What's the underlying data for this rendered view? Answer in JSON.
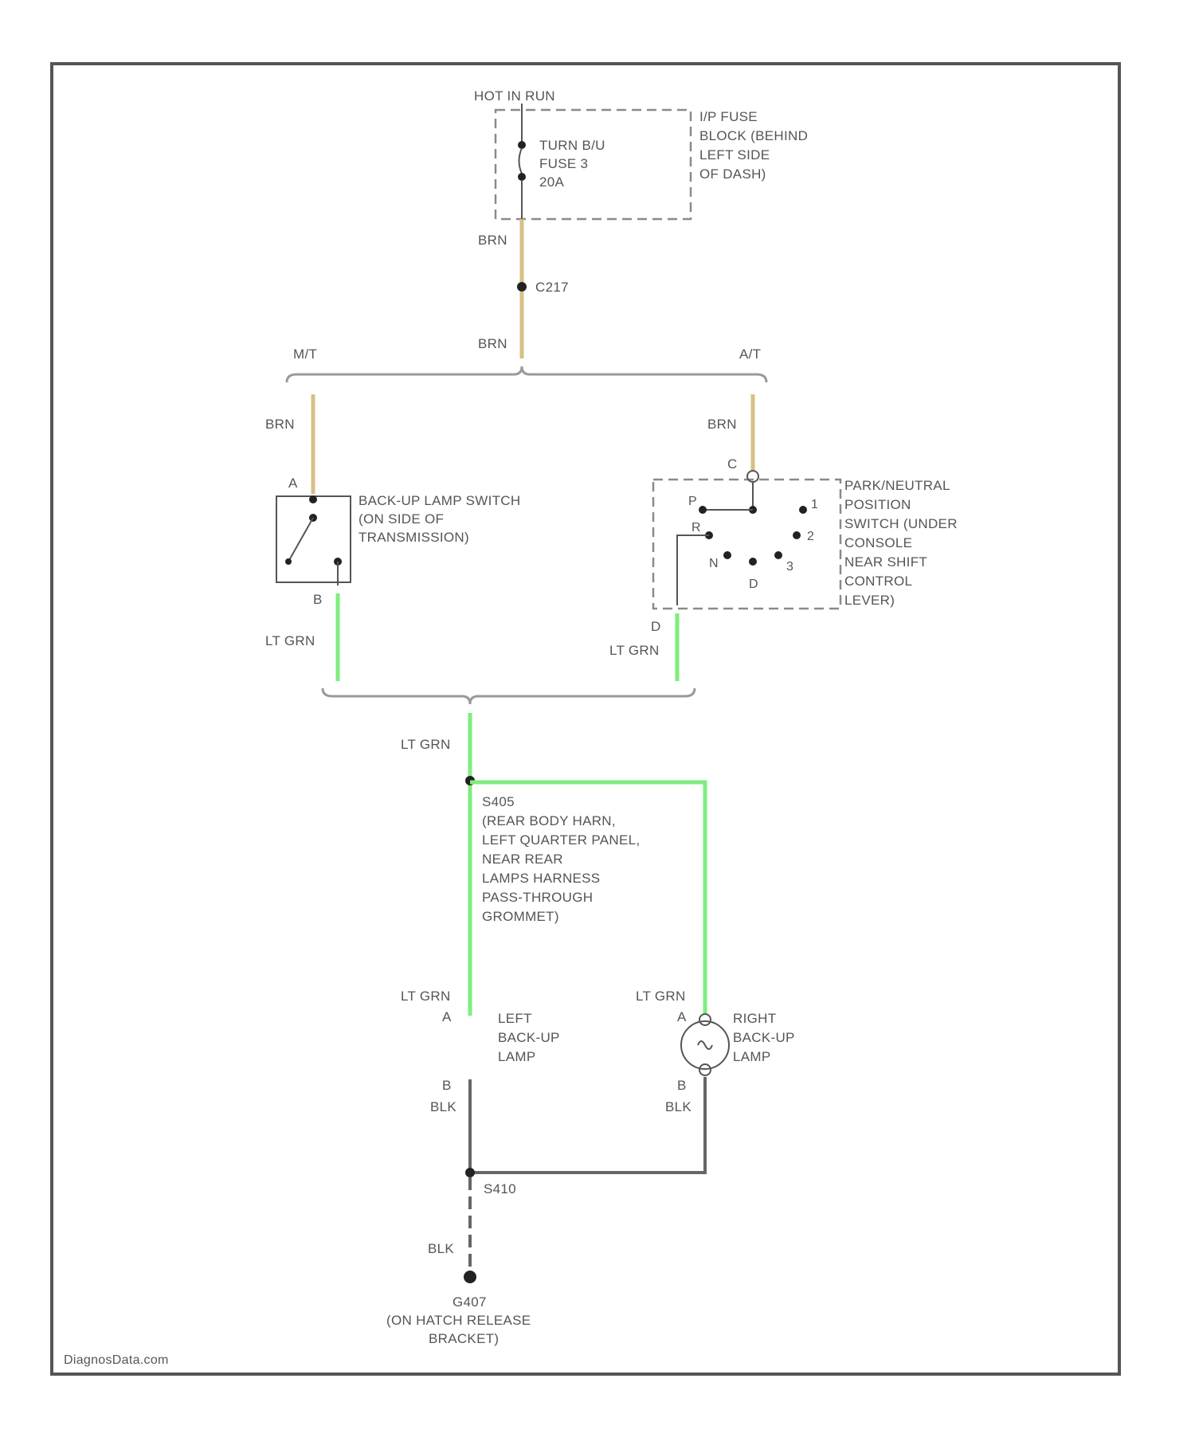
{
  "labels": {
    "hot_in_run": "HOT IN RUN",
    "fuse_name": "TURN B/U",
    "fuse_number": "FUSE 3",
    "fuse_rating": "20A",
    "fuse_block_1": "I/P FUSE",
    "fuse_block_2": "BLOCK (BEHIND",
    "fuse_block_3": "LEFT SIDE",
    "fuse_block_4": "OF DASH)",
    "wire_brn": "BRN",
    "connector_c": "C217",
    "mt": "M/T",
    "at": "A/T",
    "pin_a": "A",
    "pin_b": "B",
    "pin_c": "C",
    "pin_d": "D",
    "switch_1": "BACK-UP LAMP SWITCH",
    "switch_2": "(ON SIDE OF",
    "switch_3": "TRANSMISSION)",
    "prnd_1": "PARK/NEUTRAL",
    "prnd_2": "POSITION",
    "prnd_3": "SWITCH (UNDER",
    "prnd_4": "CONSOLE",
    "prnd_5": "NEAR SHIFT",
    "prnd_6": "CONTROL",
    "prnd_7": "LEVER)",
    "pos_p": "P",
    "pos_r": "R",
    "pos_n": "N",
    "pos_d": "D",
    "pos_1": "1",
    "pos_2": "2",
    "pos_3": "3",
    "wire_ltgrn": "LT GRN",
    "splice_1": "S405",
    "splice_2": "(REAR BODY HARN,",
    "splice_3": "LEFT QUARTER PANEL,",
    "splice_4": "NEAR REAR",
    "splice_5": "LAMPS HARNESS",
    "splice_6": "PASS-THROUGH",
    "splice_7": "GROMMET)",
    "left_lamp_1": "LEFT",
    "left_lamp_2": "BACK-UP",
    "left_lamp_3": "LAMP",
    "right_lamp_1": "RIGHT",
    "right_lamp_2": "BACK-UP",
    "right_lamp_3": "LAMP",
    "wire_blk": "BLK",
    "splice_ground": "S410",
    "ground_1": "G407",
    "ground_2": "(ON HATCH RELEASE",
    "ground_3": "BRACKET)",
    "watermark": "DiagnosData.com"
  },
  "colors": {
    "brn_wire": "#d6c184",
    "lt_grn_wire": "#7dee7d",
    "blk_wire": "#666666"
  }
}
